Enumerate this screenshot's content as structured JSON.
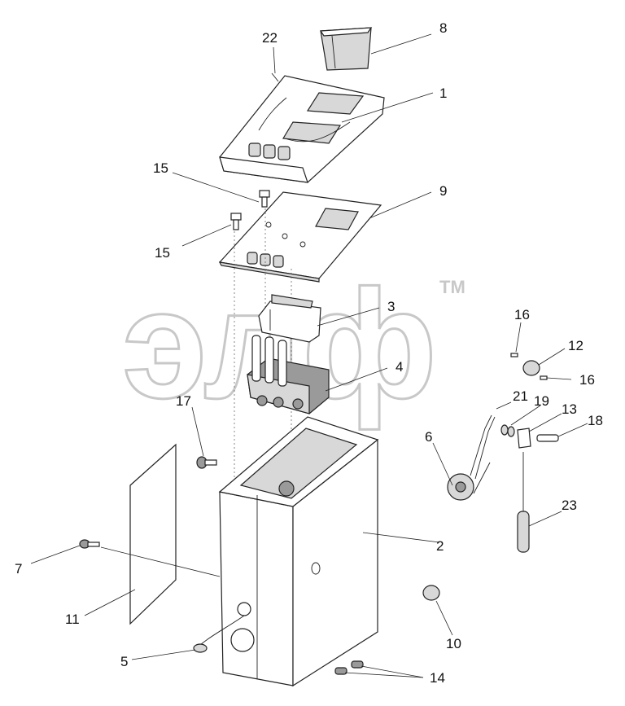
{
  "watermark": {
    "text": "элф",
    "tm": "TM"
  },
  "callouts": {
    "c1": "1",
    "c2": "2",
    "c3": "3",
    "c4": "4",
    "c5": "5",
    "c6": "6",
    "c7": "7",
    "c8": "8",
    "c9": "9",
    "c10": "10",
    "c11": "11",
    "c12": "12",
    "c13": "13",
    "c14": "14",
    "c15a": "15",
    "c15b": "15",
    "c16a": "16",
    "c16b": "16",
    "c17": "17",
    "c18": "18",
    "c19": "19",
    "c21": "21",
    "c22": "22",
    "c23": "23"
  }
}
